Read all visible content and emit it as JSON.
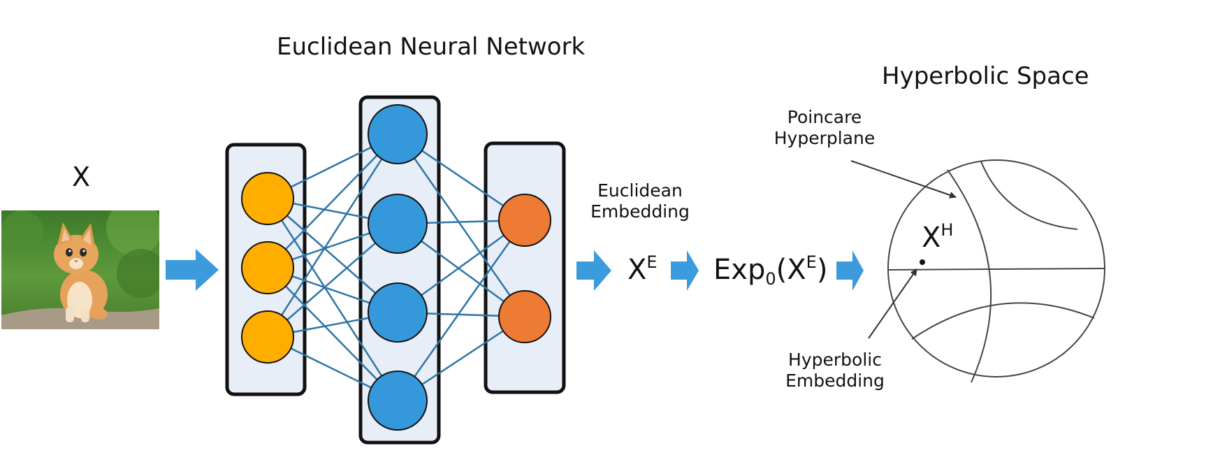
{
  "title": "Euclidean Neural Network",
  "input": {
    "label": "X"
  },
  "euclidean_embedding": {
    "caption_line1": "Euclidean",
    "caption_line2": "Embedding",
    "symbol": "X",
    "symbol_sup": "E"
  },
  "exp_map": {
    "prefix": "Exp",
    "sub": "0",
    "open": "(X",
    "sup": "E",
    "close": ")"
  },
  "hyperbolic": {
    "title": "Hyperbolic Space",
    "hyperplane_line1": "Poincare",
    "hyperplane_line2": "Hyperplane",
    "point_symbol": "X",
    "point_sup": "H",
    "embedding_line1": "Hyperbolic",
    "embedding_line2": "Embedding"
  },
  "network": {
    "layers": [
      {
        "name": "input-layer",
        "nodes": 3,
        "color": "#FFAE00"
      },
      {
        "name": "hidden-layer",
        "nodes": 4,
        "color": "#3498DB"
      },
      {
        "name": "output-layer",
        "nodes": 2,
        "color": "#EE7B33"
      }
    ],
    "edge_color": "#2E75A6",
    "layer_fill": "#E8EEF8"
  },
  "arrow_color": "#3B9BDD"
}
